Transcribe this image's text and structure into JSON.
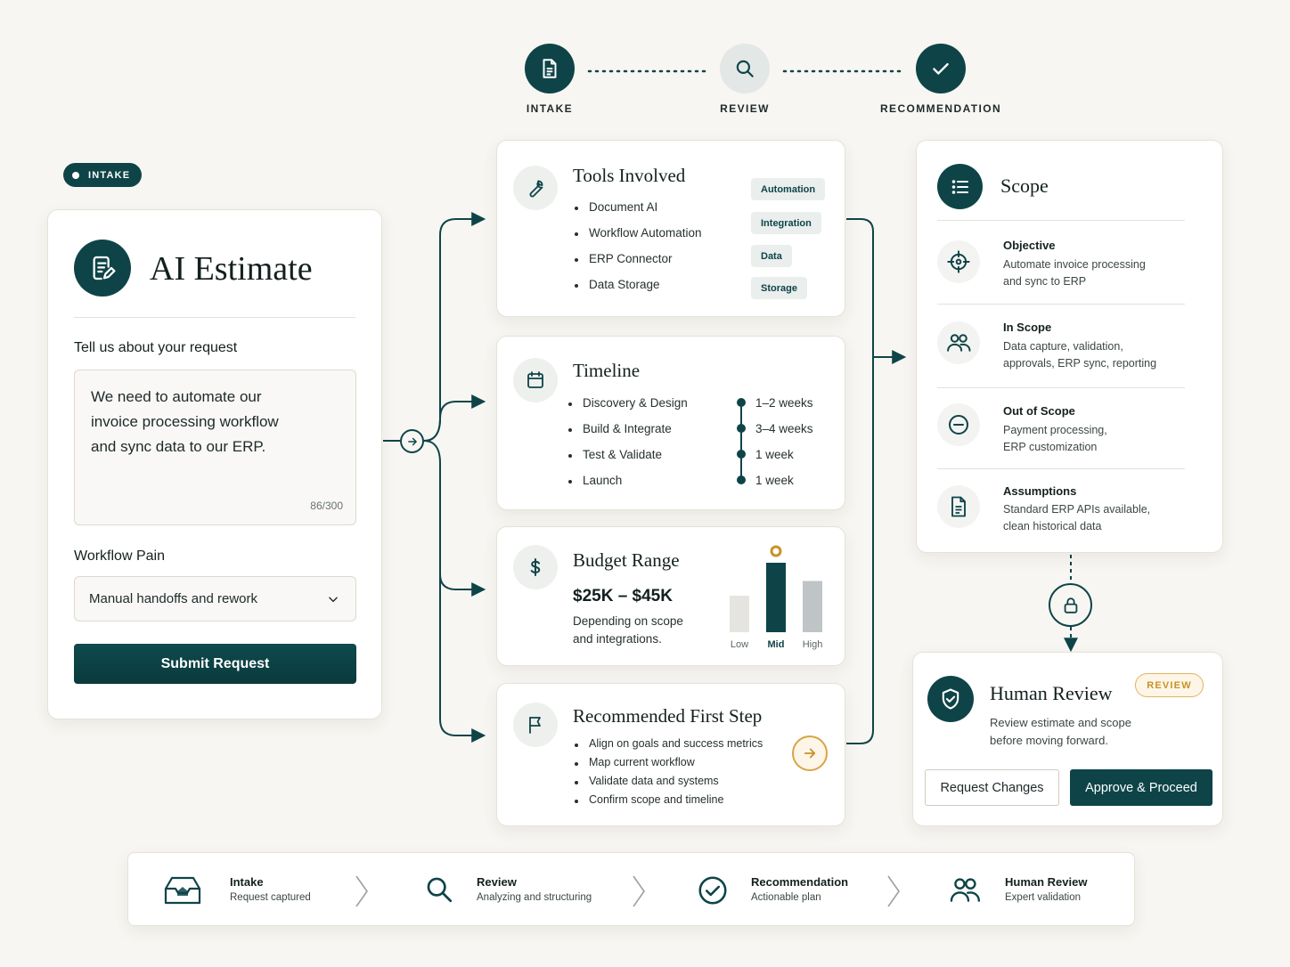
{
  "stepper": {
    "steps": [
      {
        "label": "INTAKE",
        "icon": "document-icon",
        "state": "active"
      },
      {
        "label": "REVIEW",
        "icon": "search-icon",
        "state": "pending"
      },
      {
        "label": "RECOMMENDATION",
        "icon": "check-icon",
        "state": "complete"
      }
    ]
  },
  "intake_badge": "INTAKE",
  "estimate_card": {
    "title": "AI Estimate",
    "icon": "edit-document-icon",
    "request_label": "Tell us about your request",
    "request_value": "We need to automate our invoice processing workflow and sync data to our ERP.",
    "char_count": "86/300",
    "pain_label": "Workflow Pain",
    "pain_value": "Manual handoffs and rework",
    "submit_label": "Submit Request"
  },
  "tools_card": {
    "title": "Tools Involved",
    "icon": "wrench-icon",
    "items": [
      "Document AI",
      "Workflow Automation",
      "ERP Connector",
      "Data Storage"
    ],
    "tags": [
      "Automation",
      "Integration",
      "Data",
      "Storage"
    ]
  },
  "timeline_card": {
    "title": "Timeline",
    "icon": "calendar-icon",
    "phases": [
      "Discovery & Design",
      "Build & Integrate",
      "Test & Validate",
      "Launch"
    ],
    "durations": [
      "1–2 weeks",
      "3–4 weeks",
      "1 week",
      "1 week"
    ]
  },
  "budget_card": {
    "title": "Budget Range",
    "icon": "dollar-icon",
    "range": "$25K – $45K",
    "note": "Depending on scope and integrations.",
    "chart_data": {
      "type": "bar",
      "categories": [
        "Low",
        "Mid",
        "High"
      ],
      "values": [
        0.5,
        0.95,
        0.7
      ],
      "highlight": "Mid",
      "colors": [
        "#e6e4e1",
        "#0e4448",
        "#bfc4c6"
      ],
      "marker_color": "#c8922a"
    }
  },
  "first_step_card": {
    "title": "Recommended First Step",
    "icon": "flag-icon",
    "items": [
      "Align on goals and success metrics",
      "Map current workflow",
      "Validate data and systems",
      "Confirm scope and timeline"
    ]
  },
  "scope_card": {
    "title": "Scope",
    "icon": "list-icon",
    "rows": [
      {
        "title": "Objective",
        "text": "Automate invoice processing and sync to ERP",
        "icon": "target-icon"
      },
      {
        "title": "In Scope",
        "text": "Data capture, validation, approvals, ERP sync, reporting",
        "icon": "users-icon"
      },
      {
        "title": "Out of Scope",
        "text": "Payment processing, ERP customization",
        "icon": "minus-circle-icon"
      },
      {
        "title": "Assumptions",
        "text": "Standard ERP APIs available, clean historical data",
        "icon": "document-icon"
      }
    ]
  },
  "review_card": {
    "title": "Human Review",
    "badge": "REVIEW",
    "icon": "shield-check-icon",
    "text": "Review estimate and scope before moving forward.",
    "secondary_button": "Request Changes",
    "primary_button": "Approve & Proceed"
  },
  "bottom_flow": [
    {
      "title": "Intake",
      "sub": "Request captured",
      "icon": "inbox-icon"
    },
    {
      "title": "Review",
      "sub": "Analyzing and structuring",
      "icon": "search-icon"
    },
    {
      "title": "Recommendation",
      "sub": "Actionable plan",
      "icon": "check-circle-icon"
    },
    {
      "title": "Human Review",
      "sub": "Expert validation",
      "icon": "users-icon"
    }
  ],
  "colors": {
    "primary": "#0e4448",
    "accent": "#c8922a",
    "background": "#f8f6f2"
  }
}
